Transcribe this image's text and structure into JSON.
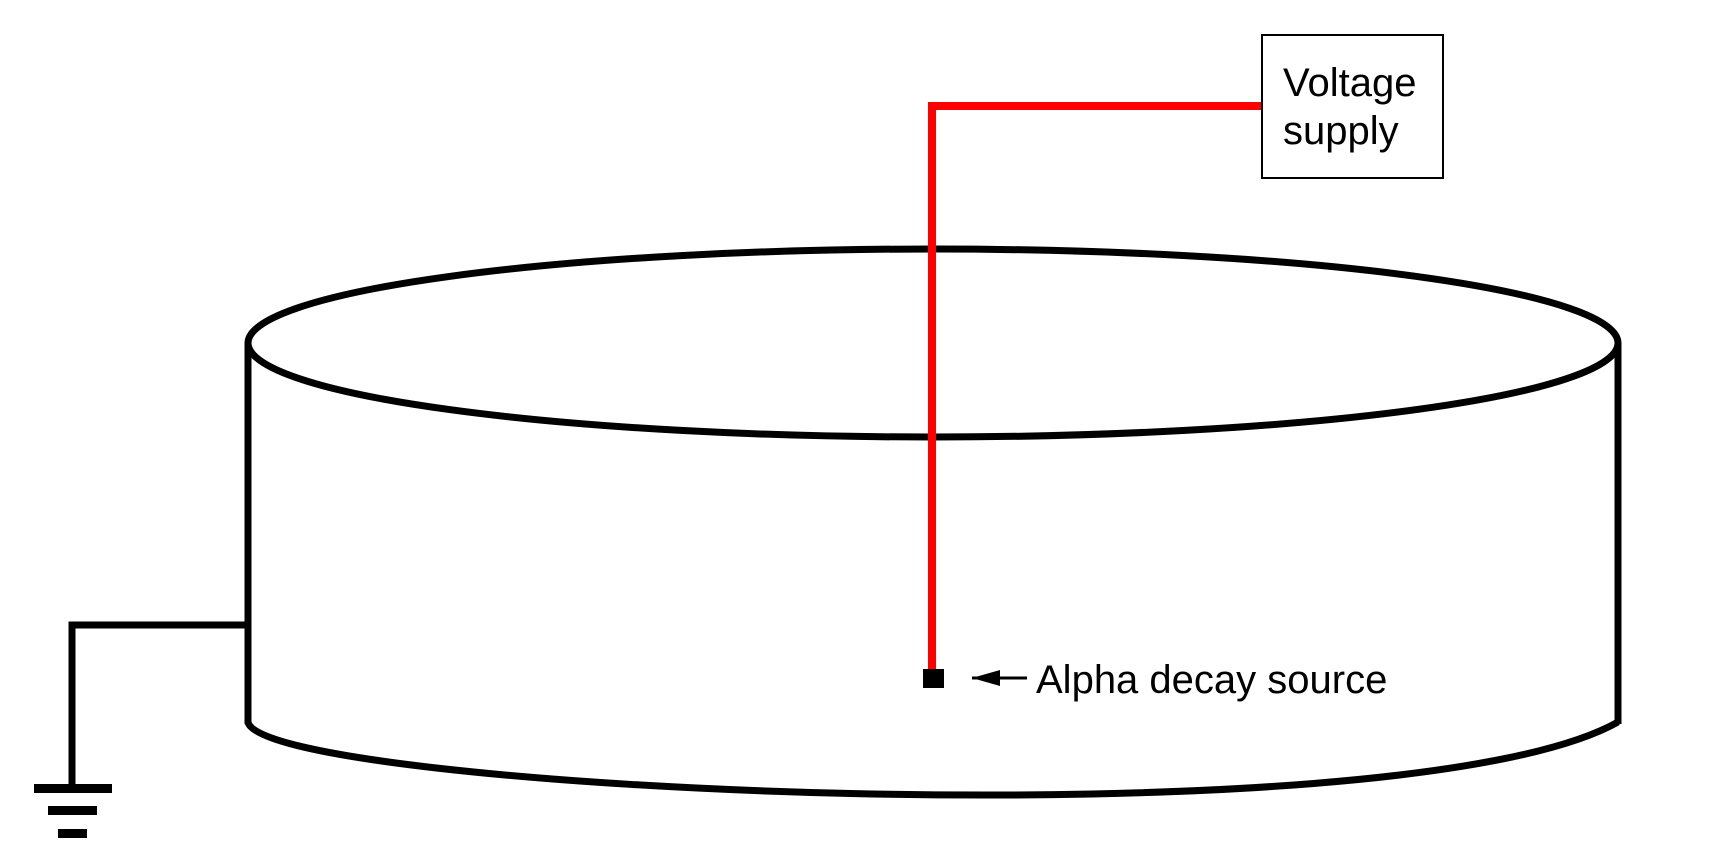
{
  "diagram": {
    "voltage_supply": {
      "line1": "Voltage",
      "line2": "supply"
    },
    "source_label": "Alpha decay source",
    "colors": {
      "wire": "#ff0000",
      "outline": "#000000",
      "background": "#ffffff"
    },
    "icons": [
      "ground-icon",
      "arrow-left-icon"
    ]
  }
}
